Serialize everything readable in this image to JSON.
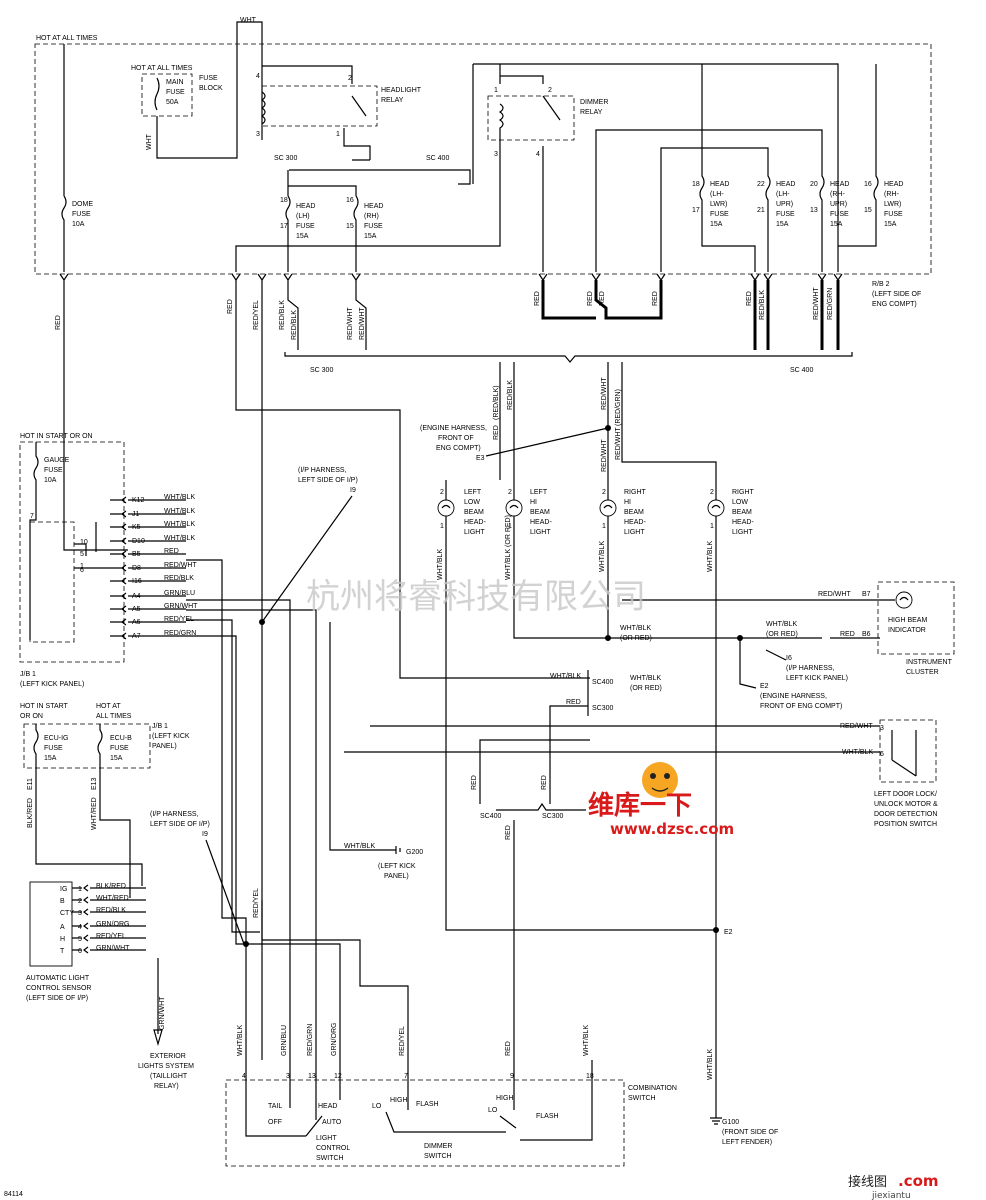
{
  "power": {
    "hot_at_all_times": "HOT AT ALL TIMES",
    "hot_in_start_or_on": "HOT IN START OR ON",
    "hot_in_start_or_on_2": "HOT IN START",
    "hot_in_start_or_on_3": "OR ON",
    "hot_at_2": "HOT AT",
    "all_times": "ALL TIMES"
  },
  "wires": {
    "wht": "WHT",
    "red": "RED",
    "red_yel": "RED/YEL",
    "red_blk": "RED/BLK",
    "red_wht": "RED/WHT",
    "red_grn": "RED/GRN",
    "wht_blk": "WHT/BLK",
    "grn_blu": "GRN/BLU",
    "grn_wht": "GRN/WHT",
    "grn_org": "GRN/ORG",
    "blk_red": "BLK/RED",
    "wht_red": "WHT/RED",
    "or_red": "(OR RED)",
    "wht_blk_or_red": "WHT/BLK (OR RED)",
    "red_or_grn": "(RED/GRN)",
    "red_blk_paren": "(RED/BLK)"
  },
  "components": {
    "main_fuse": [
      "MAIN",
      "FUSE",
      "50A"
    ],
    "fuse_block": [
      "FUSE",
      "BLOCK"
    ],
    "dome_fuse": [
      "DOME",
      "FUSE",
      "10A"
    ],
    "headlight_relay": [
      "HEADLIGHT",
      "RELAY"
    ],
    "dimmer_relay": [
      "DIMMER",
      "RELAY"
    ],
    "head_lh": [
      "HEAD",
      "(LH)",
      "FUSE",
      "15A"
    ],
    "head_rh": [
      "HEAD",
      "(RH)",
      "FUSE",
      "15A"
    ],
    "head_lh_lwr": [
      "HEAD",
      "(LH-",
      "LWR)",
      "FUSE",
      "15A"
    ],
    "head_lh_upr": [
      "HEAD",
      "(LH-",
      "UPR)",
      "FUSE",
      "15A"
    ],
    "head_rh_upr": [
      "HEAD",
      "(RH-",
      "UPR)",
      "FUSE",
      "15A"
    ],
    "head_rh_lwr": [
      "HEAD",
      "(RH-",
      "LWR)",
      "FUSE",
      "15A"
    ],
    "rb2": [
      "R/B 2",
      "(LEFT SIDE OF",
      "ENG COMPT)"
    ],
    "gauge_fuse": [
      "GAUGE",
      "FUSE",
      "10A"
    ],
    "jb1": [
      "J/B 1",
      "(LEFT KICK PANEL)"
    ],
    "jb1_b": [
      "J/B 1",
      "(LEFT KICK",
      "PANEL)"
    ],
    "ecu_ig": [
      "ECU-IG",
      "FUSE",
      "15A"
    ],
    "ecu_b": [
      "ECU-B",
      "FUSE",
      "15A"
    ],
    "left_low": [
      "LEFT",
      "LOW",
      "BEAM",
      "HEAD-",
      "LIGHT"
    ],
    "left_hi": [
      "LEFT",
      "HI",
      "BEAM",
      "HEAD-",
      "LIGHT"
    ],
    "right_hi": [
      "RIGHT",
      "HI",
      "BEAM",
      "HEAD-",
      "LIGHT"
    ],
    "right_low": [
      "RIGHT",
      "LOW",
      "BEAM",
      "HEAD-",
      "LIGHT"
    ],
    "high_beam_ind": [
      "HIGH BEAM",
      "INDICATOR"
    ],
    "instrument_cluster": [
      "INSTRUMENT",
      "CLUSTER"
    ],
    "door_lock": [
      "LEFT DOOR LOCK/",
      "UNLOCK MOTOR &",
      "DOOR DETECTION",
      "POSITION SWITCH"
    ],
    "auto_sensor": [
      "AUTOMATIC LIGHT",
      "CONTROL SENSOR",
      "(LEFT SIDE OF I/P)"
    ],
    "exterior": [
      "EXTERIOR",
      "LIGHTS SYSTEM",
      "(TAILLIGHT",
      "RELAY)"
    ],
    "g200": [
      "(LEFT KICK",
      "PANEL)"
    ],
    "g100": [
      "(FRONT SIDE OF",
      "LEFT FENDER)"
    ],
    "combination": [
      "COMBINATION",
      "SWITCH"
    ],
    "light_control": [
      "LIGHT",
      "CONTROL",
      "SWITCH"
    ],
    "dimmer_switch": [
      "DIMMER",
      "SWITCH"
    ]
  },
  "splices": {
    "sc300": "SC 300",
    "sc400": "SC 400",
    "sc300b": "SC300",
    "sc400b": "SC400",
    "e3": "E3",
    "e2": "E2",
    "i6": "I6",
    "i9": "I9",
    "g200": "G200",
    "g100": "G100"
  },
  "notes": {
    "eng_harness_front": [
      "(ENGINE HARNESS,",
      "FRONT OF",
      "ENG COMPT)"
    ],
    "ip_harness_left": [
      "(I/P HARNESS,",
      "LEFT SIDE OF I/P)"
    ],
    "ip_harness_kick": [
      "(I/P HARNESS,",
      "LEFT KICK PANEL)"
    ],
    "eng_harness_e2": [
      "(ENGINE HARNESS,",
      "FRONT OF ENG COMPT)"
    ]
  },
  "jb_pins": [
    "K12",
    "J1",
    "K5",
    "D10",
    "B5",
    "D8",
    "I16",
    "A4",
    "A5",
    "A6",
    "A7"
  ],
  "jb_wires": [
    "WHT/BLK",
    "WHT/BLK",
    "WHT/BLK",
    "WHT/BLK",
    "RED",
    "RED/WHT",
    "RED/BLK",
    "GRN/BLU",
    "GRN/WHT",
    "RED/YEL",
    "RED/GRN"
  ],
  "sensor_pins": [
    "IG",
    "B",
    "CTY",
    "A",
    "H",
    "T"
  ],
  "sensor_nums": [
    "1",
    "2",
    "3",
    "4",
    "5",
    "6"
  ],
  "sensor_wires": [
    "BLK/RED",
    "WHT/RED",
    "RED/BLK",
    "GRN/ORG",
    "RED/YEL",
    "GRN/WHT"
  ],
  "switch": {
    "tail": "TAIL",
    "head": "HEAD",
    "off": "OFF",
    "auto": "AUTO",
    "lo": "LO",
    "high": "HIGH",
    "flash": "FLASH"
  },
  "cluster_pins": {
    "b7": "B7",
    "b6": "B6"
  },
  "watermark": "杭州将睿科技有限公司",
  "logo": {
    "cn": "维库一下",
    "url": "www.dzsc.com",
    "brand": "接线图",
    "dotcom": ".com",
    "site": "jiexiantu"
  },
  "figure_id": "84114"
}
